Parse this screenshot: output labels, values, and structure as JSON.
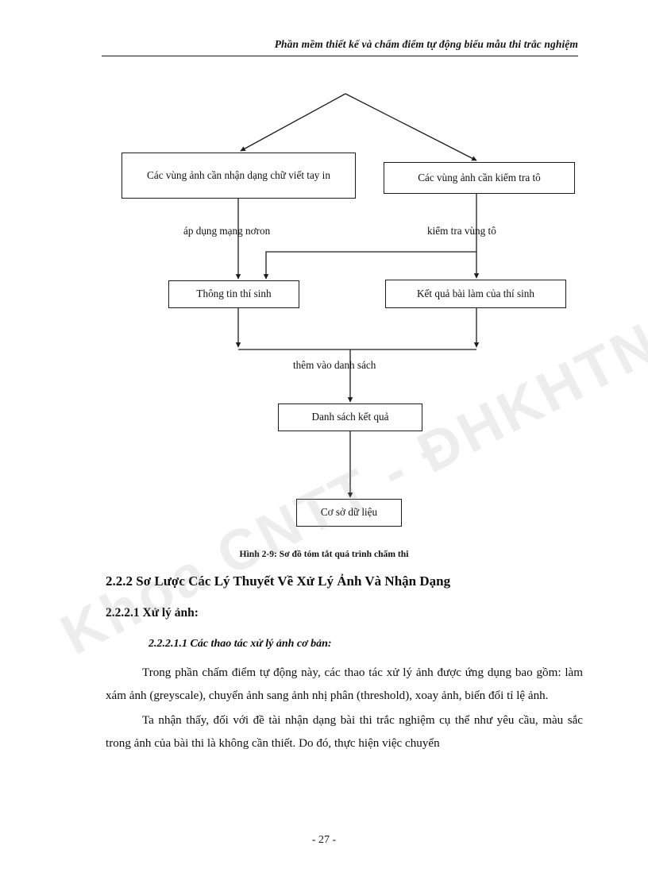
{
  "header": {
    "running_title": "Phần mềm thiết kế và chấm điểm tự động biểu mẫu thi trắc nghiệm"
  },
  "flowchart": {
    "nodes": [
      {
        "id": "handwriting",
        "label": "Các vùng ảnh cần nhận dạng chữ viết tay in"
      },
      {
        "id": "shading",
        "label": "Các vùng ảnh cần kiểm tra tô"
      },
      {
        "id": "candidate",
        "label": "Thông tin thí sinh"
      },
      {
        "id": "answers",
        "label": "Kết quả bài làm của thí sinh"
      },
      {
        "id": "resultlist",
        "label": "Danh sách kết quả"
      },
      {
        "id": "database",
        "label": "Cơ sở dữ liệu"
      }
    ],
    "edge_labels": {
      "neuron": "áp dụng mạng nơron",
      "check": "kiểm tra vùng tô",
      "add_to_list": "thêm vào danh sách"
    },
    "caption": "Hình 2-9: Sơ đồ tóm tắt quá trình chấm thi",
    "line_color": "#1c1c1c"
  },
  "content": {
    "heading_2_2_2": "2.2.2 Sơ Lược Các Lý Thuyết Về Xử Lý Ảnh Và Nhận Dạng",
    "heading_2_2_2_1": "2.2.2.1 Xử lý ảnh:",
    "heading_2_2_2_1_1": "2.2.2.1.1 Các thao tác xử lý ảnh cơ bản:",
    "paragraph_1": "Trong phần chấm điểm tự động này, các thao tác xử lý ảnh được ứng dụng bao gồm: làm xám ảnh (greyscale), chuyển ảnh sang ảnh nhị phân (threshold), xoay ảnh, biến đổi tỉ lệ ảnh.",
    "paragraph_2": "Ta nhận thấy, đối với đề tài nhận dạng bài thi trắc nghiệm cụ thể như yêu cầu, màu sắc trong ảnh của bài thi là không cần thiết. Do đó, thực hiện việc chuyển"
  },
  "footer": {
    "page_number": "- 27 -"
  },
  "watermark": {
    "text": "Khoa CNTT - ĐHKHTN"
  }
}
